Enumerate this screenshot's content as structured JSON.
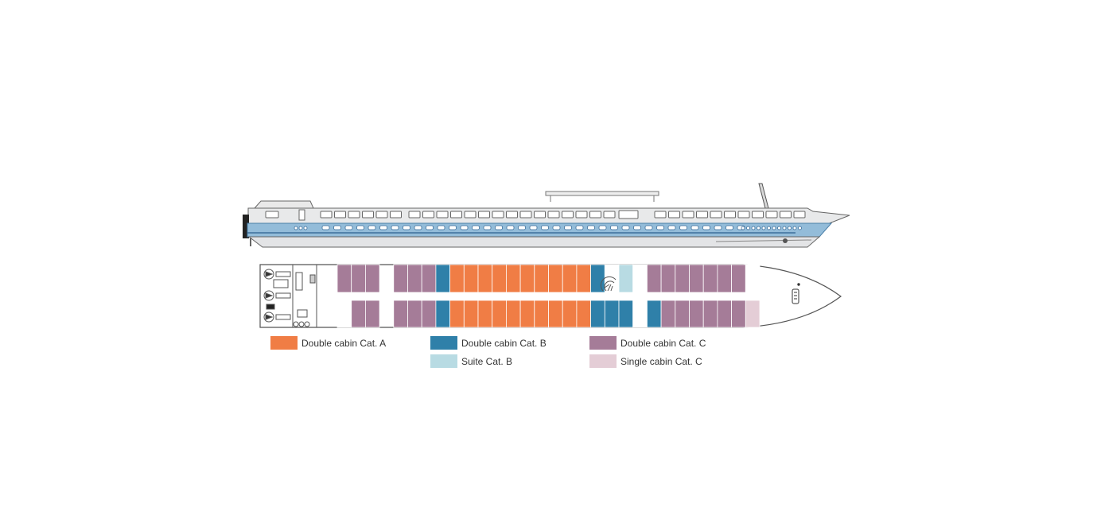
{
  "colors": {
    "cat_a_double": "#f07d45",
    "cat_b_double": "#2f80a9",
    "cat_c_double": "#a57c98",
    "cat_b_suite": "#b8dbe3",
    "cat_c_single": "#e4cdd6",
    "hull_blue": "#93bcd9",
    "hull_grey": "#e6e7e8",
    "outline": "#555555"
  },
  "legend": [
    {
      "key": "cat_a_double",
      "label": "Double cabin Cat. A"
    },
    {
      "key": "cat_b_double",
      "label": "Double cabin Cat. B"
    },
    {
      "key": "cat_c_double",
      "label": "Double cabin Cat. C"
    },
    {
      "key": "cat_b_suite",
      "label": "Suite Cat. B"
    },
    {
      "key": "cat_c_single",
      "label": "Single cabin Cat. C"
    }
  ],
  "deck": {
    "top_row": [
      "C",
      "C",
      "C",
      "gap",
      "C",
      "C",
      "C",
      "B",
      "A",
      "A",
      "A",
      "A",
      "A",
      "A",
      "A",
      "A",
      "A",
      "A",
      "B",
      "stair",
      "S",
      "empty",
      "C",
      "C",
      "C",
      "C",
      "C",
      "C",
      "C",
      "empty"
    ],
    "bottom_row": [
      "empty",
      "C",
      "C",
      "gap",
      "C",
      "C",
      "C",
      "B",
      "A",
      "A",
      "A",
      "A",
      "A",
      "A",
      "A",
      "A",
      "A",
      "A",
      "B",
      "B",
      "B",
      "empty",
      "B",
      "C",
      "C",
      "C",
      "C",
      "C",
      "C",
      "single"
    ]
  }
}
